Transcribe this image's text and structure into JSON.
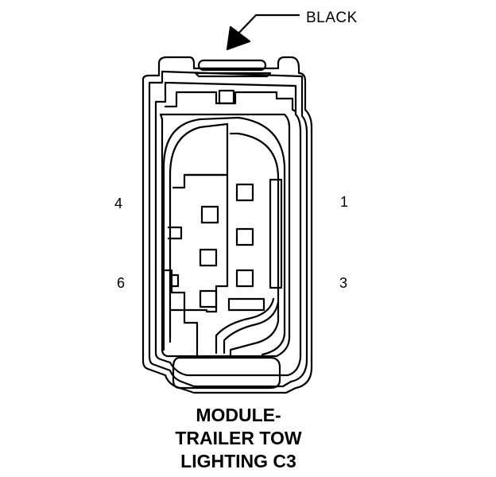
{
  "connector": {
    "color_label": "BLACK",
    "pin_labels": {
      "top_left": "4",
      "top_right": "1",
      "bottom_left": "6",
      "bottom_right": "3"
    },
    "title_lines": [
      "MODULE-",
      "TRAILER TOW",
      "LIGHTING C3"
    ]
  },
  "colors": {
    "line": "#000000",
    "background": "#ffffff"
  }
}
